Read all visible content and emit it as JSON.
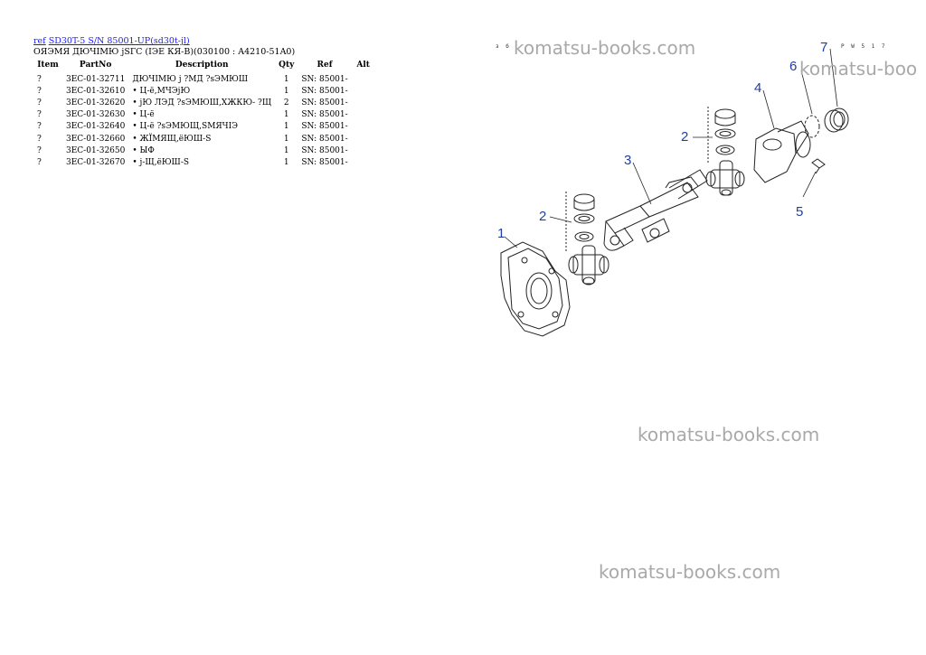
{
  "header": {
    "ref_link": "ref",
    "model_link": "SD30T-5 S/N 85001-UP(sd30t-jl)",
    "subtitle": "ОЯЭМЯ ДЮЧIМЮ jSГС (IЭЕ КЯ-B)(030100 : A4210-51A0)"
  },
  "table": {
    "columns": [
      "Item",
      "PartNo",
      "Description",
      "Qty",
      "Ref",
      "Alt"
    ],
    "rows": [
      {
        "item": "?",
        "part": "3EC-01-32711",
        "desc": "ДЮЧIМЮ j ?МД ?sЭМЮШ",
        "qty": "1",
        "ref": "SN: 85001-",
        "alt": ""
      },
      {
        "item": "?",
        "part": "3EC-01-32610",
        "desc": "• Ц-ё,МЧЭjЮ",
        "qty": "1",
        "ref": "SN: 85001-",
        "alt": ""
      },
      {
        "item": "?",
        "part": "3EC-01-32620",
        "desc": "• jЮ ЛЭД ?sЭМЮШ,ХЖКЮ- ?Щ",
        "qty": "2",
        "ref": "SN: 85001-",
        "alt": ""
      },
      {
        "item": "?",
        "part": "3EC-01-32630",
        "desc": "• Ц-ё",
        "qty": "1",
        "ref": "SN: 85001-",
        "alt": ""
      },
      {
        "item": "?",
        "part": "3EC-01-32640",
        "desc": "• Ц-ё ?sЭМЮЩ,SМЯЧIЭ",
        "qty": "1",
        "ref": "SN: 85001-",
        "alt": ""
      },
      {
        "item": "?",
        "part": "3EC-01-32660",
        "desc": "• ЖЇМЯЩ,ёЮШ-S",
        "qty": "1",
        "ref": "SN: 85001-",
        "alt": ""
      },
      {
        "item": "?",
        "part": "3EC-01-32650",
        "desc": "• ЫФ",
        "qty": "1",
        "ref": "SN: 85001-",
        "alt": ""
      },
      {
        "item": "?",
        "part": "3EC-01-32670",
        "desc": "• j-Щ,ёЮШ-S",
        "qty": "1",
        "ref": "SN: 85001-",
        "alt": ""
      }
    ]
  },
  "diagram": {
    "callouts": [
      "1",
      "2",
      "3",
      "2",
      "4",
      "5",
      "6",
      "7"
    ],
    "corner_left": "з б",
    "corner_right": "P W 5 1 7",
    "callout_color": "#1f3f9f"
  },
  "watermarks": [
    "komatsu-books.com",
    "komatsu-boo",
    "komatsu-books.com",
    "komatsu-books.com"
  ]
}
